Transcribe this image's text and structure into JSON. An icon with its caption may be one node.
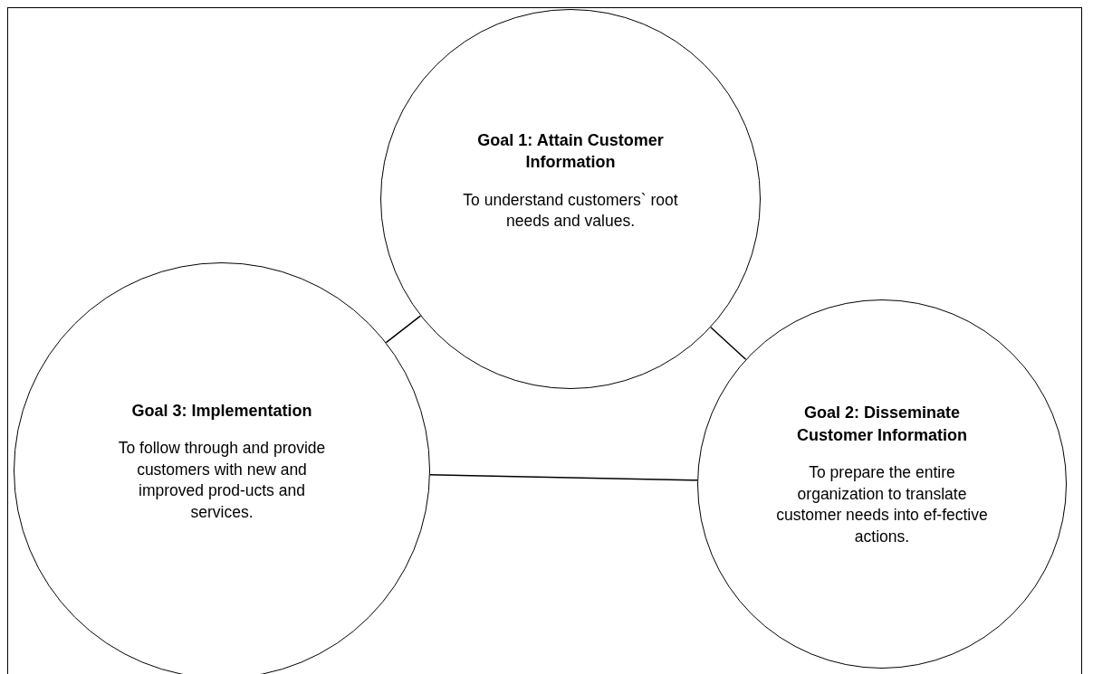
{
  "diagram": {
    "nodes": [
      {
        "text": [
          "Goal 1: Attain Customer Information",
          "To understand customers` root needs and values."
        ]
      },
      {
        "text": [
          "Goal 3: Implementation",
          "To follow through and provide customers with new and improved prod-ucts and services."
        ]
      },
      {
        "text": [
          "Goal 2: Disseminate Customer Information",
          "To prepare the entire organization to translate customer needs into ef-fective actions."
        ]
      }
    ],
    "edges": [
      {
        "from": 1,
        "to": 0,
        "arrow": "none"
      },
      {
        "from": 0,
        "to": 2,
        "arrow": "none"
      },
      {
        "from": 1,
        "to": 2,
        "arrow": "none"
      }
    ]
  }
}
